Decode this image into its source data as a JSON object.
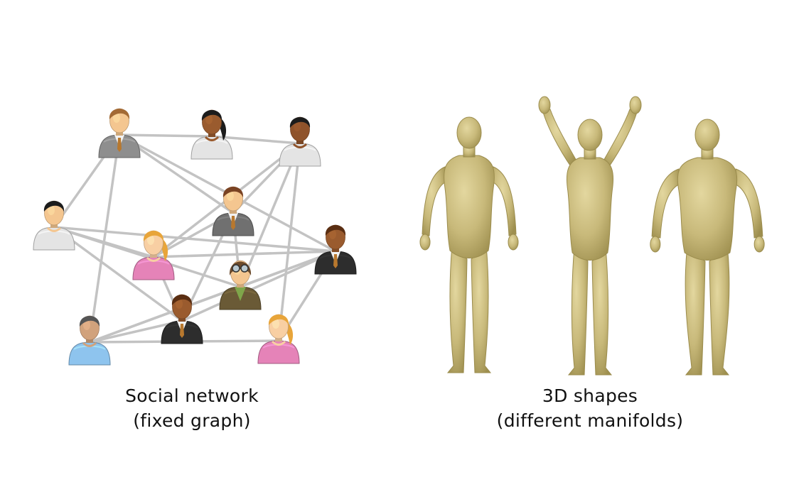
{
  "panels": [
    {
      "id": "social",
      "caption_line1": "Social network",
      "caption_line2": "(fixed graph)",
      "people": [
        {
          "hair": "#a36a35",
          "skin": "#f4c690",
          "shirt": "#8e8e8e",
          "style": "suit"
        },
        {
          "hair": "#1c1c1c",
          "skin": "#9a5b2e",
          "shirt": "#e4e4e4",
          "style": "ponytail"
        },
        {
          "hair": "#1c1c1c",
          "skin": "#8f532b",
          "shirt": "#e4e4e4",
          "style": "tee"
        },
        {
          "hair": "#1c1c1c",
          "skin": "#f4c690",
          "shirt": "#e4e4e4",
          "style": "tee"
        },
        {
          "hair": "#e8a53a",
          "skin": "#f8cfa3",
          "shirt": "#e583b8",
          "style": "ponytail"
        },
        {
          "hair": "#7a4323",
          "skin": "#f4c690",
          "shirt": "#707070",
          "style": "suit"
        },
        {
          "hair": "#6b4a2b",
          "skin": "#f4c690",
          "shirt": "#6a5a36",
          "style": "aviator"
        },
        {
          "hair": "#5a2e12",
          "skin": "#9a5b2e",
          "shirt": "#2d2d2d",
          "style": "suit"
        },
        {
          "hair": "#5a2e12",
          "skin": "#9a5b2e",
          "shirt": "#2d2d2d",
          "style": "suit"
        },
        {
          "hair": "#555555",
          "skin": "#d1a27c",
          "shirt": "#8ec4ee",
          "style": "tee"
        },
        {
          "hair": "#e8a53a",
          "skin": "#f8cfa3",
          "shirt": "#e583b8",
          "style": "ponytail"
        }
      ],
      "edges": [
        [
          0,
          1
        ],
        [
          1,
          2
        ],
        [
          0,
          3
        ],
        [
          0,
          5
        ],
        [
          0,
          7
        ],
        [
          0,
          9
        ],
        [
          2,
          4
        ],
        [
          2,
          5
        ],
        [
          2,
          6
        ],
        [
          2,
          10
        ],
        [
          3,
          4
        ],
        [
          3,
          6
        ],
        [
          3,
          7
        ],
        [
          3,
          8
        ],
        [
          4,
          5
        ],
        [
          4,
          7
        ],
        [
          5,
          6
        ],
        [
          5,
          8
        ],
        [
          6,
          7
        ],
        [
          6,
          9
        ],
        [
          7,
          8
        ],
        [
          7,
          9
        ],
        [
          7,
          10
        ],
        [
          8,
          9
        ],
        [
          9,
          10
        ],
        [
          4,
          8
        ]
      ]
    },
    {
      "id": "shapes",
      "caption_line1": "3D shapes",
      "caption_line2": "(different manifolds)",
      "figures": [
        {
          "pose": "arms-down",
          "build": "average"
        },
        {
          "pose": "arms-up",
          "build": "slim"
        },
        {
          "pose": "arms-down",
          "build": "heavy"
        }
      ]
    }
  ],
  "colors": {
    "edge": "#c3c3c3",
    "body": "#c8b97a",
    "body_shade": "#9e8f4f",
    "body_highlight": "#e6dba7"
  }
}
